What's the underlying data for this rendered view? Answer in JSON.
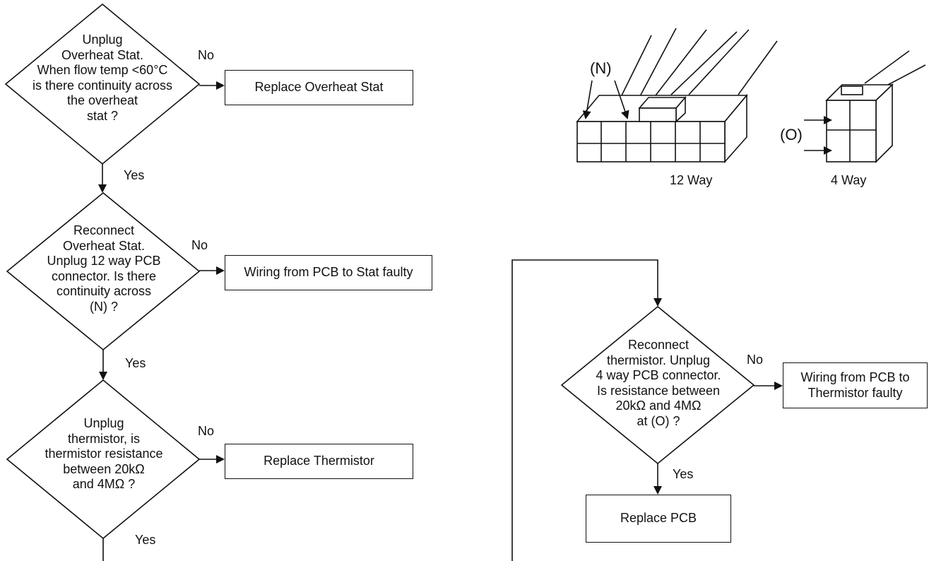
{
  "flowchart": {
    "d1": {
      "question": "Unplug\nOverheat Stat.\nWhen flow temp <60°C\nis there continuity across\nthe overheat\nstat ?",
      "no_label": "No",
      "yes_label": "Yes",
      "no_action": "Replace Overheat Stat"
    },
    "d2": {
      "question": "Reconnect\nOverheat Stat.\nUnplug 12 way PCB\nconnector. Is there\ncontinuity across\n(N) ?",
      "no_label": "No",
      "yes_label": "Yes",
      "no_action": "Wiring from PCB to Stat faulty"
    },
    "d3": {
      "question": "Unplug\nthermistor, is\nthermistor resistance\nbetween 20kΩ\nand 4MΩ ?",
      "no_label": "No",
      "yes_label": "Yes",
      "no_action": "Replace Thermistor"
    },
    "d4": {
      "question": "Reconnect\nthermistor. Unplug\n4 way PCB connector.\nIs resistance between\n20kΩ and 4MΩ\nat (O) ?",
      "no_label": "No",
      "yes_label": "Yes",
      "no_action": "Wiring from PCB to\nThermistor faulty",
      "yes_action": "Replace PCB"
    }
  },
  "connectors": {
    "twelve_way_label": "12 Way",
    "four_way_label": "4 Way",
    "point_n_label": "(N)",
    "point_o_label": "(O)"
  }
}
